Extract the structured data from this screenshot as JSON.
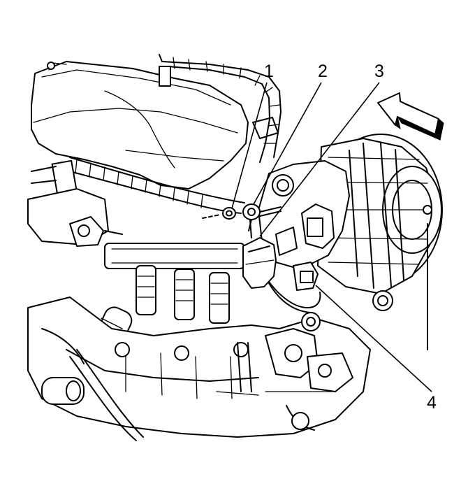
{
  "callouts": [
    {
      "id": "1",
      "label": "1"
    },
    {
      "id": "2",
      "label": "2"
    },
    {
      "id": "3",
      "label": "3"
    },
    {
      "id": "4",
      "label": "4"
    }
  ],
  "icons": {
    "direction_arrow": "arrow-icon"
  }
}
